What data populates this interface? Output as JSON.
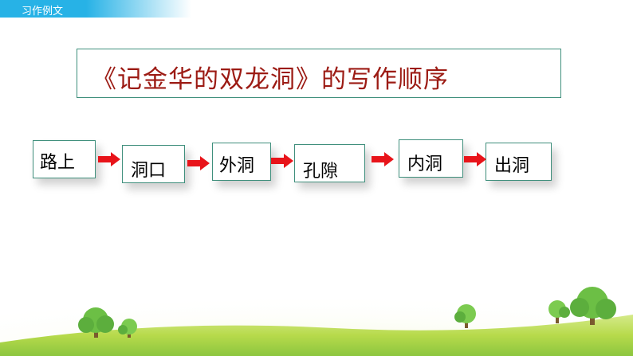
{
  "header": {
    "section_label": "习作例文",
    "bar_color": "#27b2e6"
  },
  "title": {
    "text": "《记金华的双龙洞》的写作顺序",
    "color": "#9c1b14"
  },
  "sequence": {
    "steps": [
      "路上",
      "洞口",
      "外洞",
      "孔隙",
      "内洞",
      "出洞"
    ],
    "arrow_color": "#e8141a",
    "box_border_color": "#3f8f7c"
  },
  "scenery": {
    "grass_color": "#b7da4b",
    "tree_color": "#5cae3d"
  }
}
